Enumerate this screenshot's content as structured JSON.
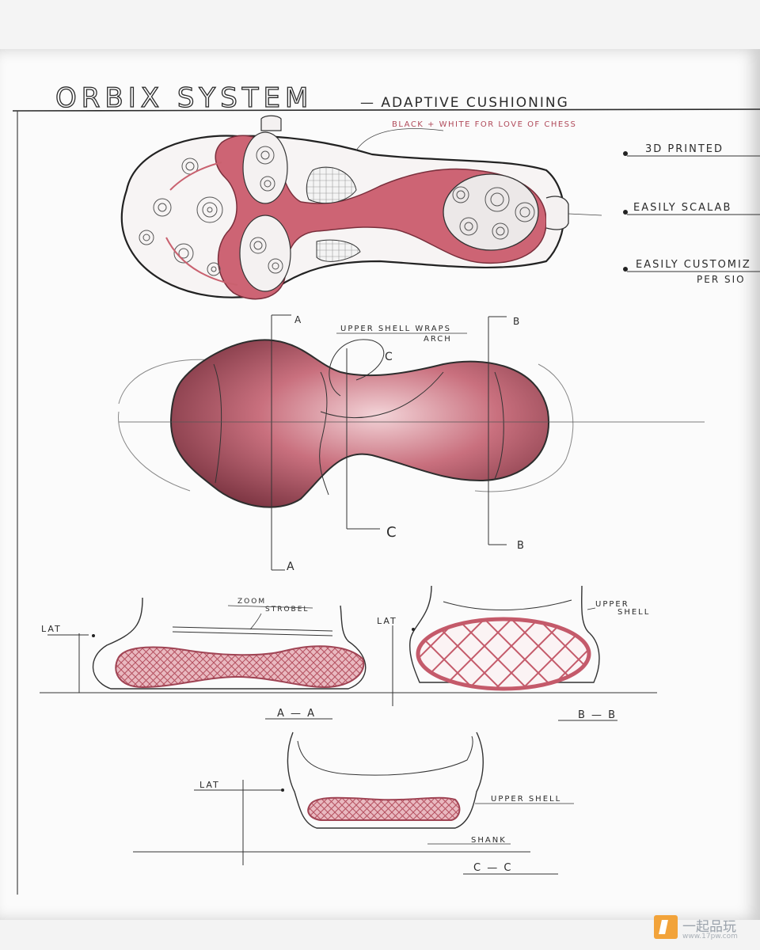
{
  "title": "ORBIX SYSTEM",
  "subtitle": "— ADAPTIVE CUSHIONING",
  "notes": {
    "color_note": "BLACK + WHITE FOR LOVE OF CHESS",
    "upper_shell_wraps": "UPPER SHELL WRAPS",
    "arch": "ARCH",
    "zoom_strobel_1": "ZOOM",
    "zoom_strobel_2": "STROBEL",
    "upper_shell_1": "UPPER",
    "upper_shell_2": "SHELL",
    "upper_shell_cc": "UPPER SHELL",
    "shank": "SHANK"
  },
  "features": [
    "3D PRINTED",
    "EASILY SCALAB",
    "EASILY CUSTOMIZ"
  ],
  "feature_sub": "PER SIO",
  "section_markers": {
    "a_top": "A",
    "a_bottom": "A",
    "b_top": "B",
    "b_bottom": "B",
    "c_top": "C",
    "c_bottom": "C"
  },
  "sections": {
    "aa": {
      "label": "A — A",
      "lat": "LAT"
    },
    "bb": {
      "label": "B — B",
      "lat": "LAT"
    },
    "cc": {
      "label": "C — C",
      "lat": "LAT"
    }
  },
  "watermark": {
    "brand": "一起品玩",
    "url": "www.17pw.com"
  },
  "colors": {
    "accent_pink": "#c9616f",
    "deep_pink": "#9e4252",
    "ink": "#2b2b2b"
  }
}
